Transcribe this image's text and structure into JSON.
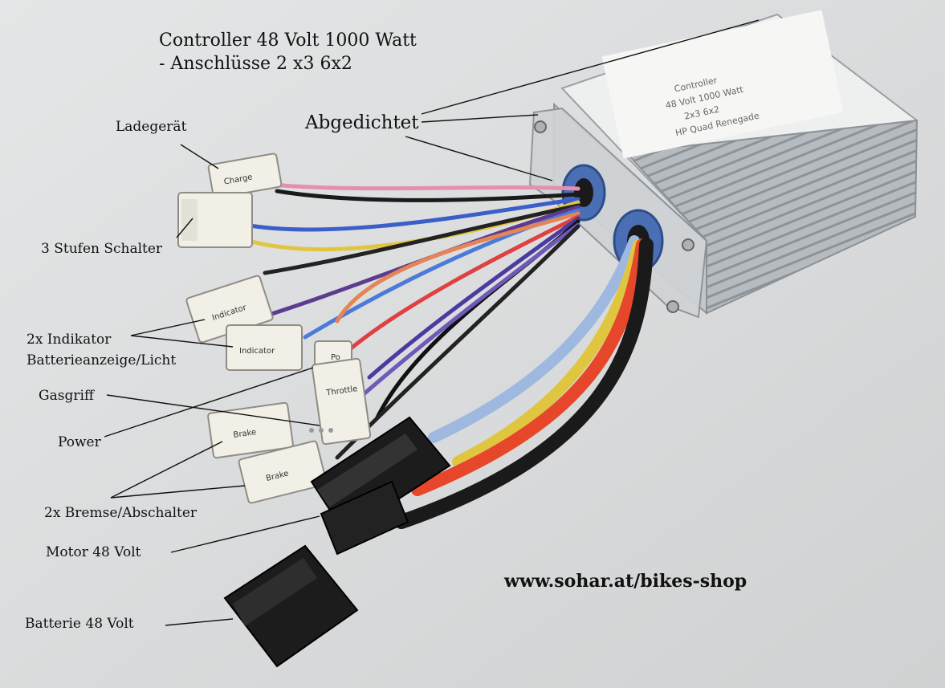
{
  "title": {
    "line1": "Controller 48 Volt 1000 Watt",
    "line2": "- Anschlüsse 2 x3 6x2"
  },
  "labels": {
    "abgedichtet": "Abgedichtet",
    "ladegeraet": "Ladegerät",
    "stufen_schalter": "3 Stufen Schalter",
    "indikator_line1": "2x Indikator",
    "indikator_line2": "Batterieanzeige/Licht",
    "gasgriff": "Gasgriff",
    "power": "Power",
    "bremse": "2x  Bremse/Abschalter",
    "motor": "Motor 48 Volt",
    "batterie": "Batterie 48 Volt"
  },
  "website": "www.sohar.at/bikes-shop",
  "controller_sticker": {
    "line1": "Controller",
    "line2": "48 Volt  1000 Watt",
    "line3": "2x3  6x2",
    "line4": "HP Quad Renegade"
  },
  "plug_labels": {
    "charge": "Charge",
    "indicator": "Indicator",
    "throttle": "Throttle",
    "power": "Po",
    "brake": "Brake"
  },
  "colors": {
    "background": "#d9dbdc",
    "housing": "#b9bec2",
    "gland": "#4a6fb5",
    "connector_white": "#f1efe6",
    "connector_black": "#1c1c1c"
  }
}
